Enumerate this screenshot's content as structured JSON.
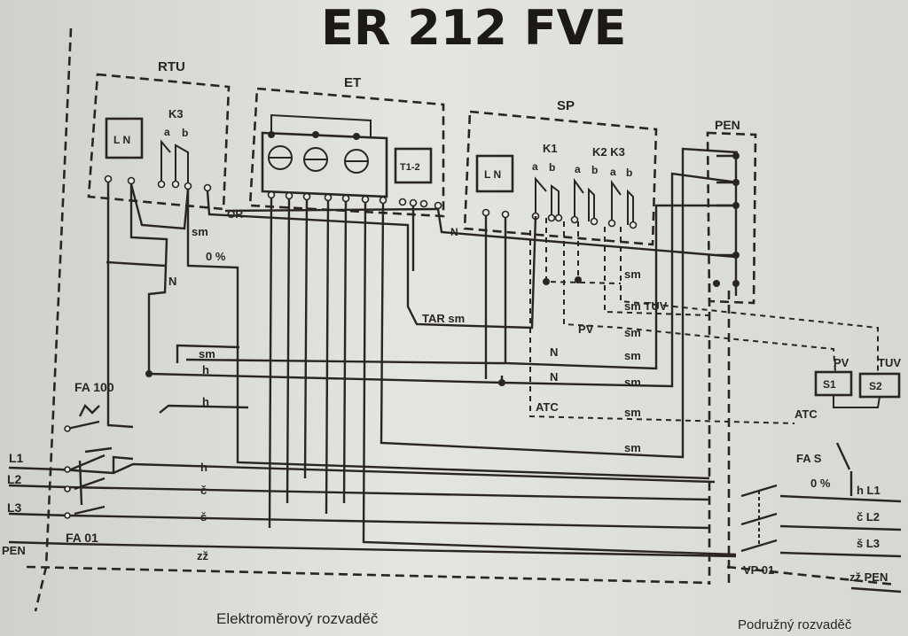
{
  "title": "ER 212 FVE",
  "blocks": {
    "rtu": "RTU",
    "et": "ET",
    "sp": "SP",
    "pen": "PEN",
    "ln_rtu": "L N",
    "ln_sp": "L N",
    "t12": "T1-2",
    "k3": "K3",
    "k1": "K1",
    "k2k3": "K2 K3",
    "s1": "S1",
    "s2": "S2",
    "pv": "PV",
    "tuv": "TUV"
  },
  "terminal_letters": {
    "rtu": [
      "a",
      "b"
    ],
    "sp": [
      "a",
      "b",
      "a",
      "b",
      "a",
      "b"
    ]
  },
  "wire_labels": {
    "or": "OR",
    "n_top": "N",
    "sm_rtu": "sm",
    "zero_pct": "0 %",
    "n_left": "N",
    "tar_sm": "TAR sm",
    "sm_k": "sm",
    "sm_tuv": "sm TUV",
    "pv_sm_pv": "PV",
    "pv_sm_sm": "sm",
    "n_sm1_n": "N",
    "n_sm1_sm": "sm",
    "n_sm2_n": "N",
    "n_sm2_sm": "sm",
    "atc_left": "ATC",
    "atc_sm": "sm",
    "sm_bottom": "sm",
    "sm_h1": "sm",
    "h1": "h",
    "h2": "h",
    "h3": "h",
    "c": "č",
    "s": "š",
    "zz": "zž",
    "atc_right": "ATC",
    "fa_s": "FA S",
    "zero_pct_right": "0 %",
    "h_l1": "h  L1",
    "c_l2": "č  L2",
    "s_l3": "š  L3",
    "zz_pen": "zž  PEN"
  },
  "left_labels": {
    "fa100": "FA 100",
    "fa01": "FA 01",
    "l1": "L1",
    "l2": "L2",
    "l3": "L3",
    "pen": "PEN"
  },
  "right_labels": {
    "vp01": "VP 01"
  },
  "captions": {
    "left": "Elektroměrový rozvaděč",
    "right": "Podružný rozvaděč"
  }
}
